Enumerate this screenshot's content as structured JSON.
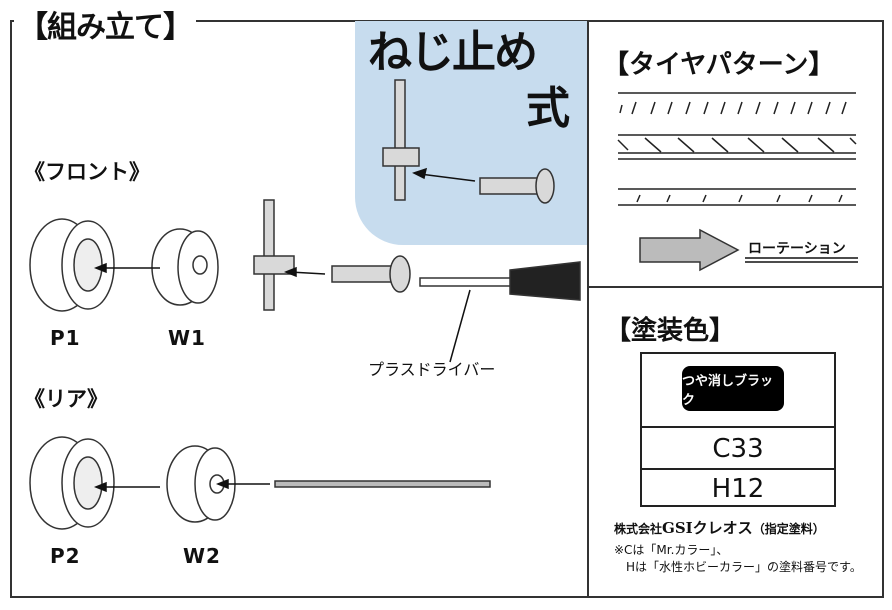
{
  "title": "【組み立て】",
  "screw_type": {
    "line1": "ねじ止め",
    "line2": "式"
  },
  "front": {
    "heading": "《フロント》",
    "tire_label": "P1",
    "wheel_label": "W1"
  },
  "rear": {
    "heading": "《リア》",
    "tire_label": "P2",
    "wheel_label": "W2"
  },
  "tool_label": "プラスドライバー",
  "tire_pattern": {
    "heading": "【タイヤパターン】",
    "rotation_label": "ローテーション"
  },
  "paint": {
    "heading": "【塗装色】",
    "color_name": "つや消しブラック",
    "codes": [
      "C33",
      "H12"
    ],
    "maker": "株式会社",
    "brand": "GSIクレオス",
    "maker_note": "（指定塗料）",
    "note1": "※Cは「Mr.カラー」、",
    "note2": "Hは「水性ホビーカラー」の塗料番号です。"
  },
  "colors": {
    "accent_blue": "#c7dcee",
    "part_gray": "#d9d9d9"
  }
}
